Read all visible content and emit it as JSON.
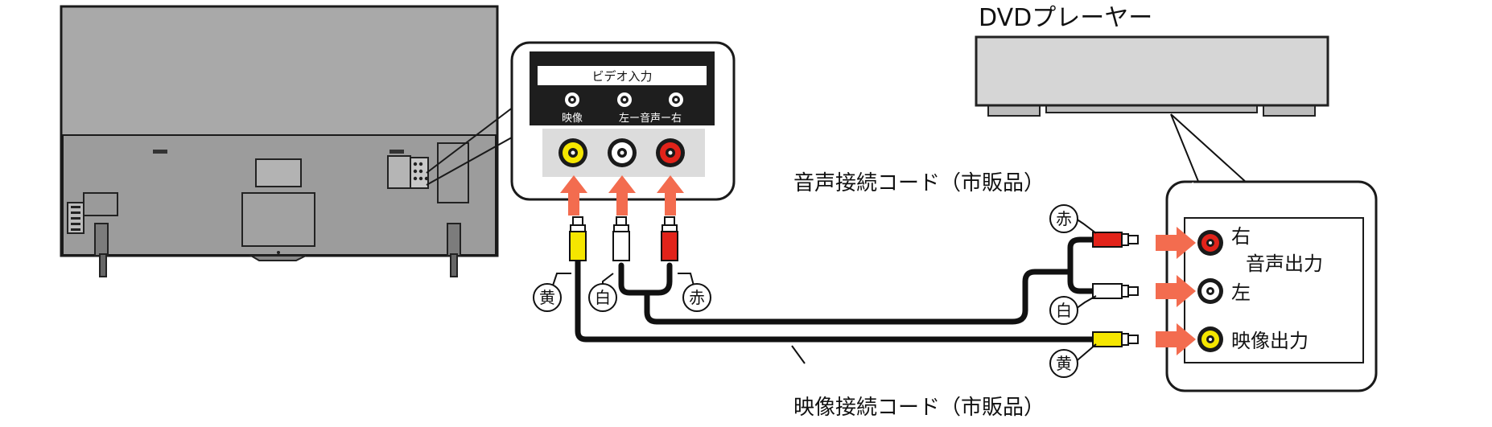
{
  "dvd_player_label": "DVDプレーヤー",
  "tv_panel": {
    "title": "ビデオ入力",
    "jack_labels": [
      "映像",
      "左ー音声ー右"
    ]
  },
  "audio_cable_label": "音声接続コード（市販品）",
  "video_cable_label": "映像接続コード（市販品）",
  "plug_tags": {
    "tv_yellow": "黄",
    "tv_white": "白",
    "tv_red": "赤",
    "dvd_red": "赤",
    "dvd_white": "白",
    "dvd_yellow": "黄"
  },
  "dvd_outputs": {
    "right": "右",
    "audio_out": "音声出力",
    "left": "左",
    "video_out": "映像出力"
  },
  "colors": {
    "yellow": "#f5e600",
    "white": "#ffffff",
    "red": "#e2231a",
    "arrow": "#f36c4f",
    "tv_gray": "#a6a6a6",
    "panel_dark": "#1a1a1a"
  }
}
